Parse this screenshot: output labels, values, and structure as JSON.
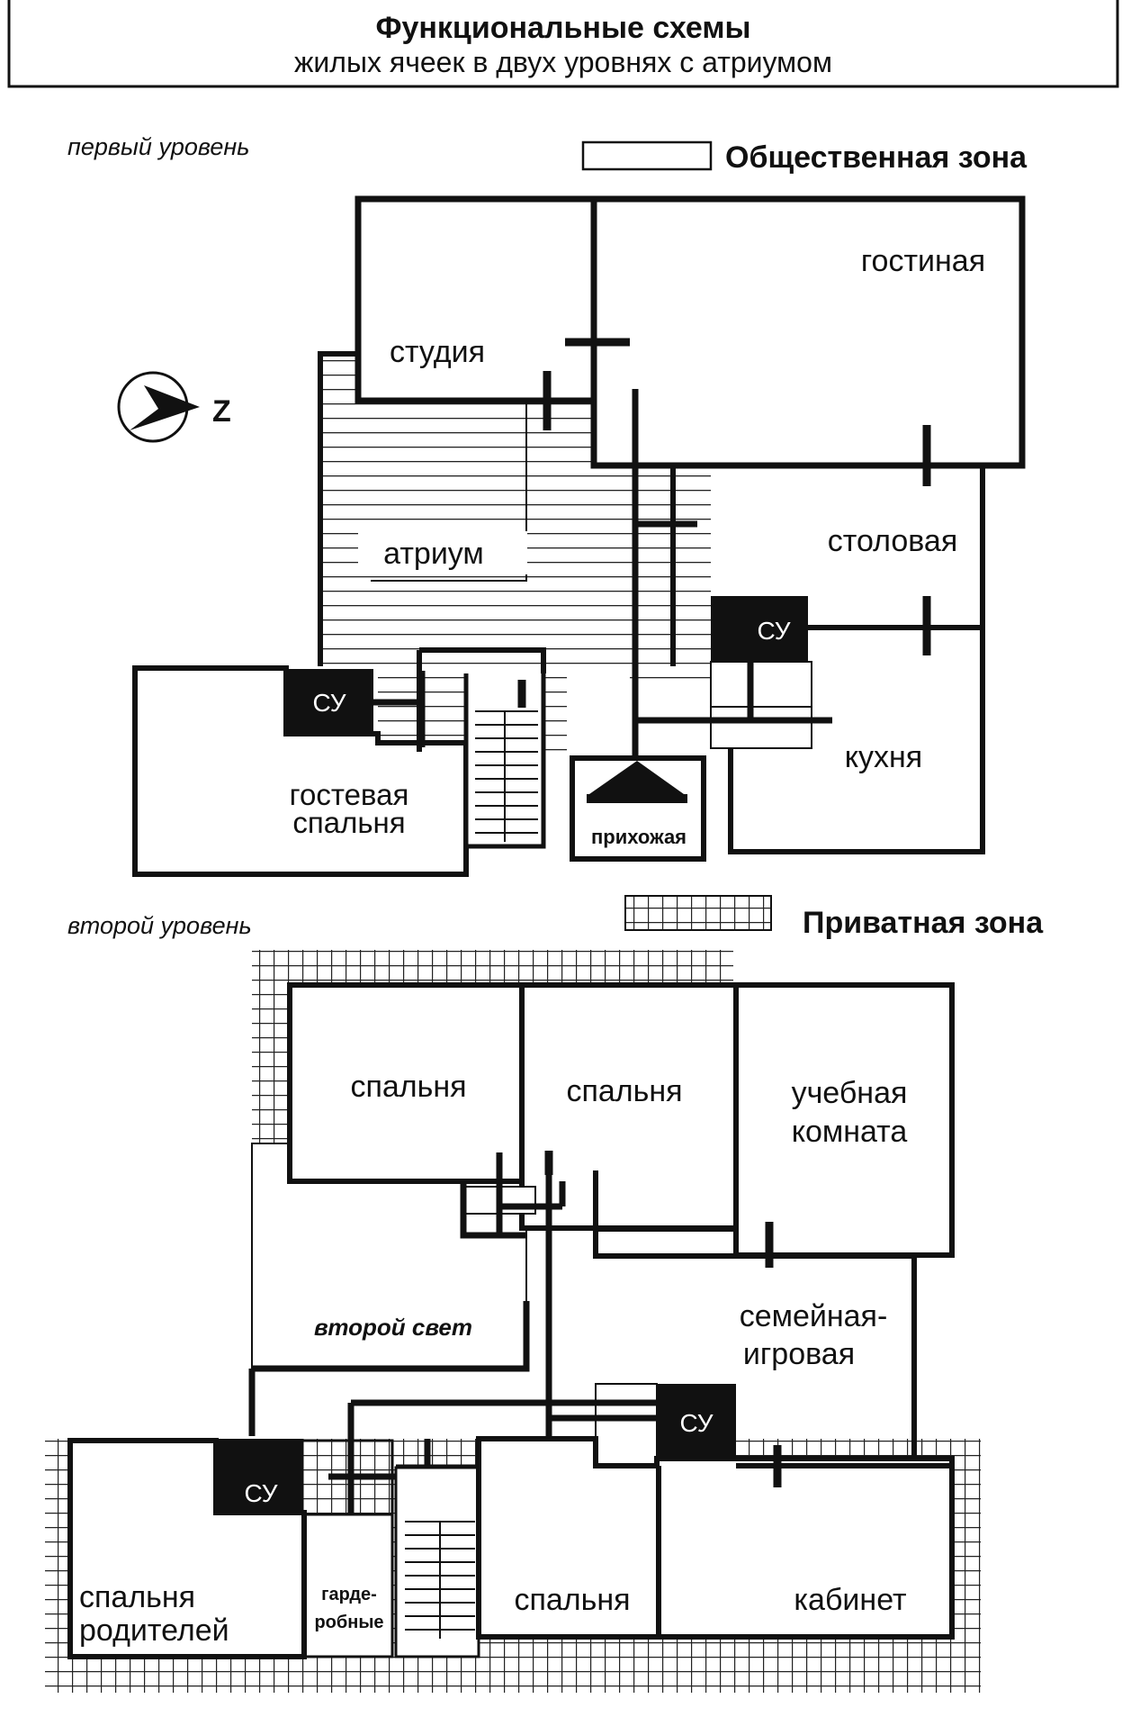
{
  "title": {
    "line1": "Функциональные схемы",
    "line2": "жилых ячеек в двух уровнях с атриумом"
  },
  "compass": {
    "label": "Z",
    "icon": "compass-arrow-icon"
  },
  "legend": {
    "public": "Общественная зона",
    "private": "Приватная зона"
  },
  "level1": {
    "label": "первый уровень",
    "rooms": {
      "gostinaya": "гостиная",
      "studiya": "студия",
      "atrium": "атриум",
      "stolovaya": "столовая",
      "su_kitchen": "СУ",
      "kuhnya": "кухня",
      "su_guest": "СУ",
      "gostevaya_line1": "гостевая",
      "gostevaya_line2": "спальня",
      "prihozhaya": "прихожая"
    }
  },
  "level2": {
    "label": "второй уровень",
    "rooms": {
      "spalnya1": "спальня",
      "spalnya2": "спальня",
      "uchebnaya_line1": "учебная",
      "uchebnaya_line2": "комната",
      "vtoroy_svet": "второй свет",
      "semeynaya_line1": "семейная-",
      "semeynaya_line2": "игровая",
      "su_center": "СУ",
      "su_parents": "СУ",
      "roditeli_line1": "спальня",
      "roditeli_line2": "родителей",
      "garderob_line1": "гарде-",
      "garderob_line2": "робные",
      "spalnya3": "спальня",
      "kabinet": "кабинет"
    }
  },
  "colors": {
    "ink": "#111111",
    "paper": "#ffffff",
    "grid": "#222222"
  }
}
